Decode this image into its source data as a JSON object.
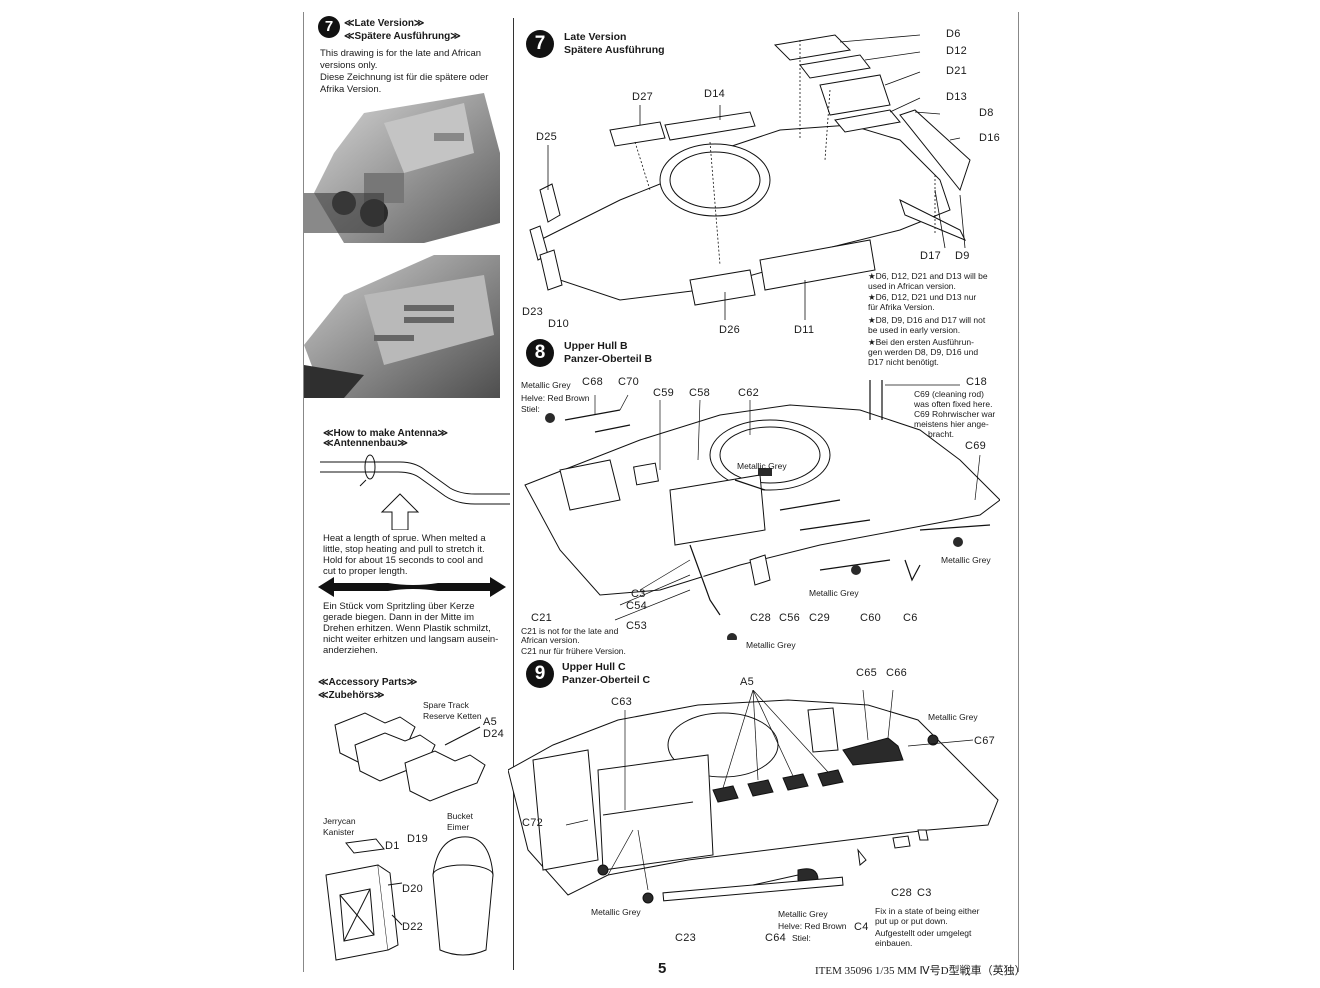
{
  "left_col": {
    "step7": {
      "number": "7",
      "title_en": "≪Late Version≫",
      "title_de": "≪Spätere Ausführung≫",
      "desc_en_1": "This drawing is for the late and African",
      "desc_en_2": "versions only.",
      "desc_de_1": "Diese Zeichnung ist für die  spätere oder",
      "desc_de_2": "Afrika Version."
    },
    "antenna": {
      "title_en": "≪How to make Antenna≫",
      "title_de": "≪Antennenbau≫",
      "text_en_1": "Heat a length of sprue. When melted a",
      "text_en_2": "little, stop heating and pull to stretch it.",
      "text_en_3": "Hold for about 15 seconds to cool and",
      "text_en_4": "cut to proper length.",
      "text_de_1": "Ein Stück vom Spritzling über Kerze",
      "text_de_2": "gerade biegen. Dann in der Mitte im",
      "text_de_3": "Drehen erhitzen. Wenn Plastik schmilzt,",
      "text_de_4": "nicht weiter erhitzen und langsam ausein-",
      "text_de_5": "anderziehen."
    },
    "accessory": {
      "title_en": "≪Accessory Parts≫",
      "title_de": "≪Zubehörs≫",
      "spare_en": "Spare Track",
      "spare_de": "Reserve Ketten",
      "a5": "A5",
      "d24": "D24",
      "jerry_en": "Jerrycan",
      "jerry_de": "Kanister",
      "bucket_en": "Bucket",
      "bucket_de": "Eimer",
      "d1": "D1",
      "d19": "D19",
      "d20": "D20",
      "d22": "D22"
    }
  },
  "step7": {
    "number": "7",
    "title_en": "Late Version",
    "title_de": "Spätere Ausführung",
    "labels": {
      "d6": "D6",
      "d12": "D12",
      "d21": "D21",
      "d13": "D13",
      "d8": "D8",
      "d16": "D16",
      "d27": "D27",
      "d14": "D14",
      "d25": "D25",
      "d17": "D17",
      "d9": "D9",
      "d23": "D23",
      "d10": "D10",
      "d26": "D26",
      "d11": "D11"
    },
    "note1_1": "★D6, D12, D21 and D13 will be",
    "note1_2": "used in African version.",
    "note2_1": "★D6, D12, D21 und D13 nur",
    "note2_2": "für Afrika Version.",
    "note3_1": "★D8, D9, D16 and D17 will not",
    "note3_2": "be used in early version.",
    "note4_1": "★Bei den ersten Ausführun-",
    "note4_2": "gen werden D8, D9, D16 und",
    "note4_3": "D17 nicht benötigt."
  },
  "step8": {
    "number": "8",
    "title_en": "Upper Hull B",
    "title_de": "Panzer-Oberteil B",
    "mg1": "Metallic Grey",
    "helve_1": "Helve: Red Brown",
    "helve_2": "Stiel:",
    "labels": {
      "c68": "C68",
      "c70": "C70",
      "c59": "C59",
      "c58": "C58",
      "c62": "C62",
      "c18": "C18",
      "c69": "C69",
      "c3": "C3",
      "c54": "C54",
      "c53": "C53",
      "c28": "C28",
      "c56": "C56",
      "c29": "C29",
      "c60": "C60",
      "c6": "C6",
      "c21": "C21"
    },
    "mg_center": "Metallic Grey",
    "mg_right": "Metallic Grey",
    "mg_bottom": "Metallic Grey",
    "mg_c60": "Metallic Grey",
    "c69_note_1": "C69 (cleaning rod)",
    "c69_note_2": "was often fixed here.",
    "c69_note_3": "C69 Rohrwischer war",
    "c69_note_4": "meistens hier ange-",
    "c69_note_5": "bracht.",
    "c21_note_1": "C21 is not for the late and",
    "c21_note_2": "African version.",
    "c21_note_3": "C21 nur für frühere Version."
  },
  "step9": {
    "number": "9",
    "title_en": "Upper Hull C",
    "title_de": "Panzer-Oberteil C",
    "labels": {
      "c63": "C63",
      "a5": "A5",
      "c65": "C65",
      "c66": "C66",
      "c67": "C67",
      "c72": "C72",
      "c28": "C28",
      "c3": "C3",
      "c23": "C23",
      "c64": "C64",
      "c4": "C4"
    },
    "mg_right": "Metallic Grey",
    "mg_left": "Metallic Grey",
    "mg_bottom": "Metallic Grey",
    "helve_1": "Helve: Red Brown",
    "helve_2": "Stiel:",
    "fix_1": "Fix in a state of being either",
    "fix_2": "put up or put down.",
    "fix_3": "Aufgestellt oder umgelegt",
    "fix_4": "einbauen."
  },
  "footer": {
    "page": "5",
    "item": "ITEM  35096   1/35  MM  Ⅳ号D型戦車（英独）"
  }
}
